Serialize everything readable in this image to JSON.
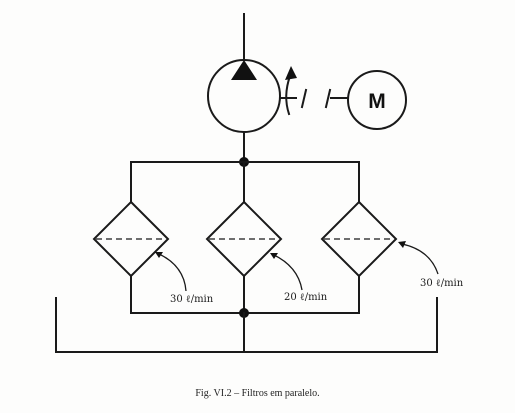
{
  "motor_label": "M",
  "flows": [
    "30 ℓ/min",
    "20 ℓ/min",
    "30 ℓ/min"
  ],
  "caption": "Fig. VI.2 – Filtros em paralelo."
}
